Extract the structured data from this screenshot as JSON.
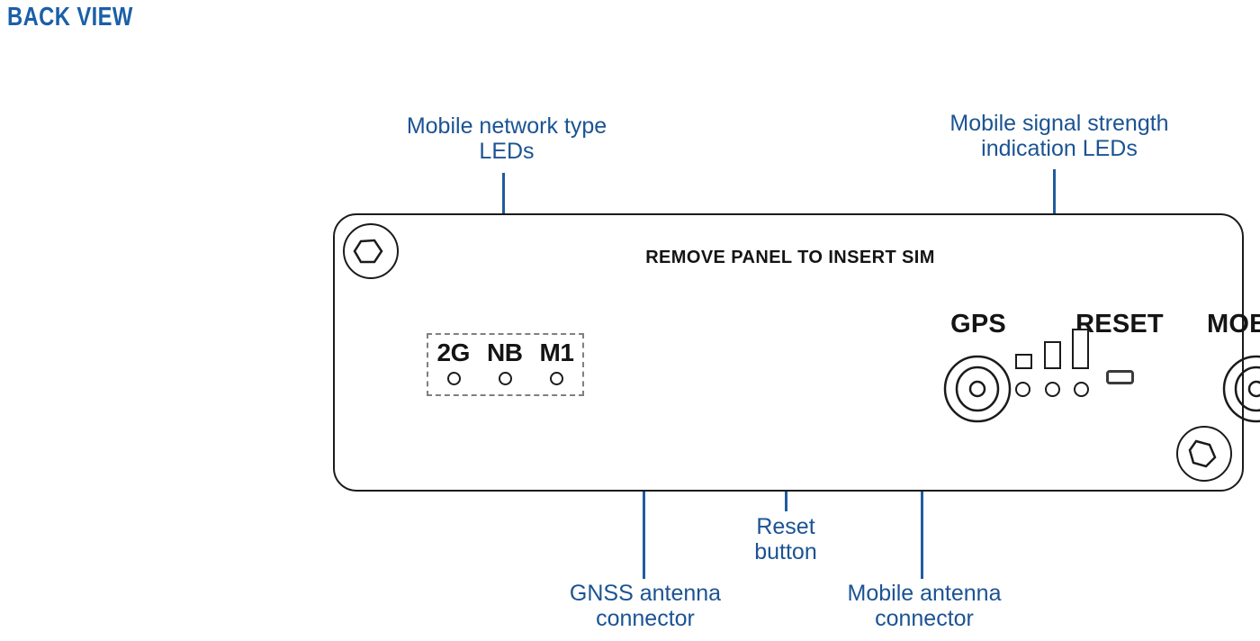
{
  "title": "BACK VIEW",
  "colors": {
    "accent_blue": "#1b5393",
    "title_blue": "#1a5fa8",
    "leader_blue": "#1f5c9e",
    "outline_black": "#1b1b1b",
    "dashed_gray": "#808080",
    "background": "#ffffff"
  },
  "callouts": {
    "network_type_leds": "Mobile network type\nLEDs",
    "signal_strength_leds": "Mobile signal strength\nindication LEDs",
    "gnss_antenna": "GNSS  antenna\nconnector",
    "reset_button": "Reset\nbutton",
    "mobile_antenna": "Mobile antenna\nconnector"
  },
  "panel": {
    "sim_notice": "REMOVE PANEL TO INSERT SIM",
    "port_labels": {
      "gps": "GPS",
      "reset": "RESET",
      "mobile": "MOBILE"
    },
    "network_leds": [
      {
        "label": "2G"
      },
      {
        "label": "NB"
      },
      {
        "label": "M1"
      }
    ],
    "signal_leds_count": 3,
    "signal_bars_count": 3,
    "screws": [
      {
        "position": "top-left"
      },
      {
        "position": "bottom-right"
      }
    ]
  }
}
